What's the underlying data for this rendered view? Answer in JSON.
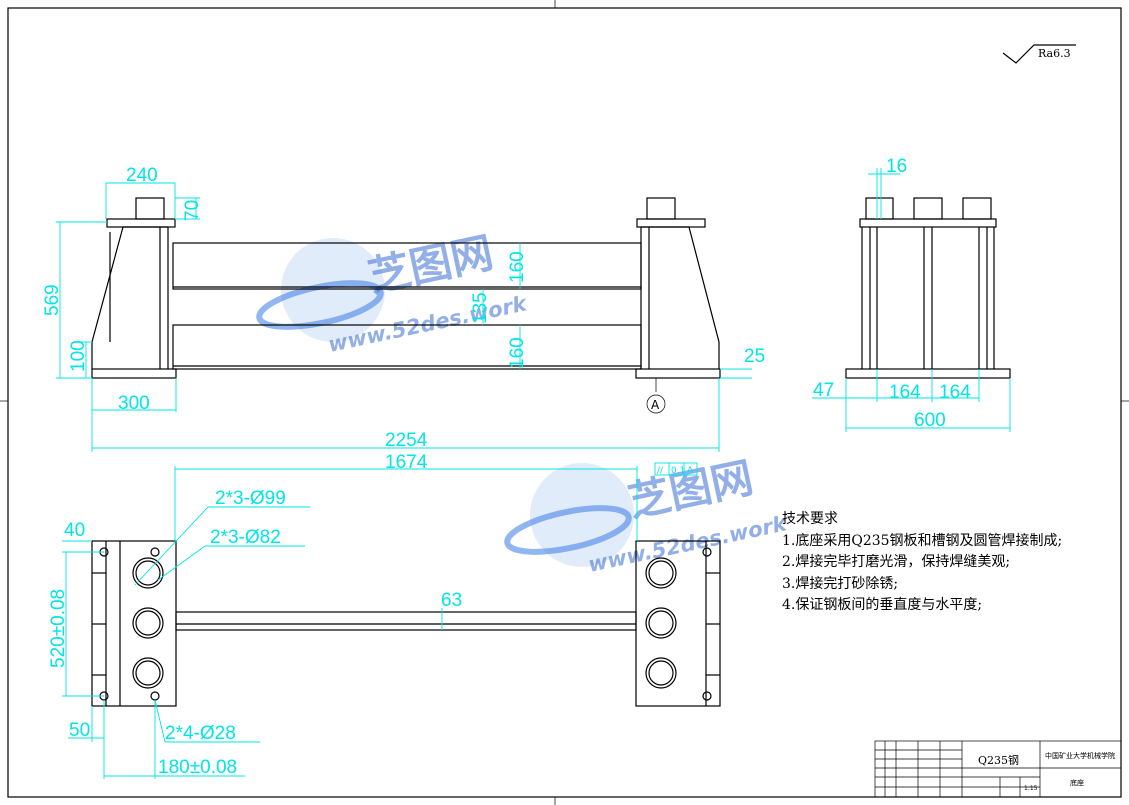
{
  "roughness": "Ra6.3",
  "front_view": {
    "dims": {
      "width_top": "240",
      "plate_h": "70",
      "height": "569",
      "base_h": "100",
      "base_w": "300",
      "total_len": "2254",
      "pipe_h1": "160",
      "pipe_gap": "135",
      "pipe_h2": "160",
      "base_plate": "25"
    },
    "section_label": "A"
  },
  "side_view": {
    "dims": {
      "top": "16",
      "left": "47",
      "space1": "164",
      "space2": "164",
      "width": "600"
    }
  },
  "top_view": {
    "dims": {
      "length": "1674",
      "edge": "40",
      "hole_big": "2*3-Ø99",
      "hole_small": "2*3-Ø82",
      "pipe": "63",
      "height": "520±0.08",
      "bottom_edge": "50",
      "bolt": "2*4-Ø28",
      "spacing": "180±0.08"
    },
    "tolerance_frame": [
      "//",
      "0.1",
      "A"
    ]
  },
  "tech_requirements": {
    "title": "技术要求",
    "items": [
      "1.底座采用Q235钢板和槽钢及圆管焊接制成;",
      "2.焊接完毕打磨光滑，保持焊缝美观;",
      "3.焊接完打砂除锈;",
      "4.保证钢板间的垂直度与水平度;"
    ]
  },
  "title_block": {
    "material": "Q235钢",
    "school": "中国矿业大学机械学院",
    "label": "底座",
    "scale": "1:15"
  },
  "watermarks": [
    {
      "cn": "芝图网",
      "url": "www.52des.work"
    },
    {
      "cn": "芝图网",
      "url": "www.52des.work"
    }
  ]
}
